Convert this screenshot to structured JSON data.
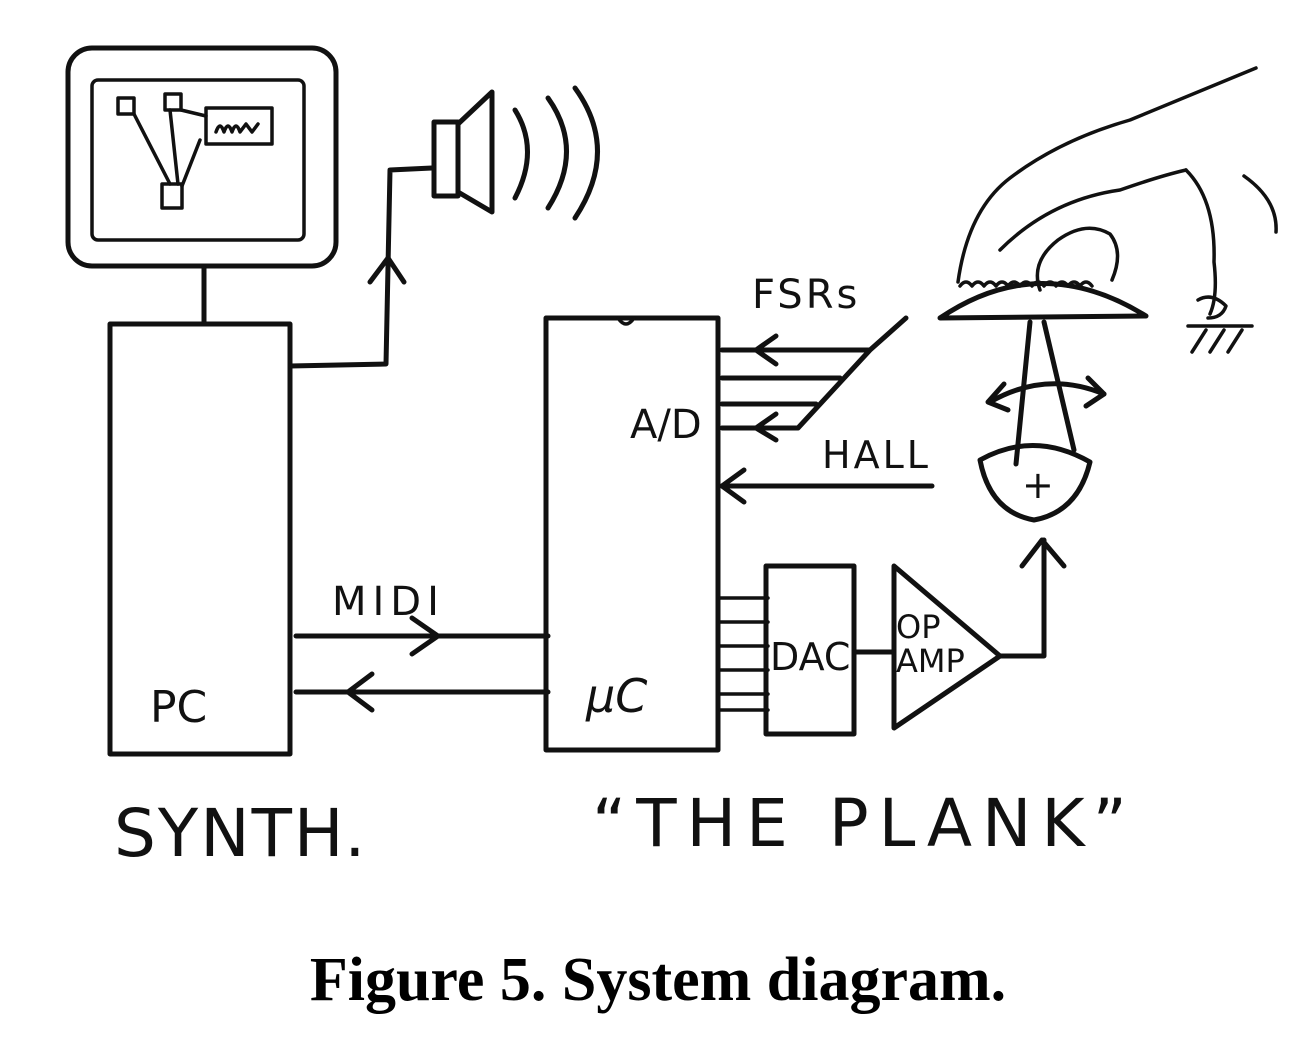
{
  "labels": {
    "fsrs": "FSRs",
    "ad": "A/D",
    "hall": "HALL",
    "midi": "MIDI",
    "pc": "PC",
    "uc": "μC",
    "dac": "DAC",
    "op": "OP",
    "amp": "AMP",
    "plus": "+",
    "synth": "SYNTH.",
    "plank": "“THE PLANK”"
  },
  "caption": "Figure 5. System diagram."
}
